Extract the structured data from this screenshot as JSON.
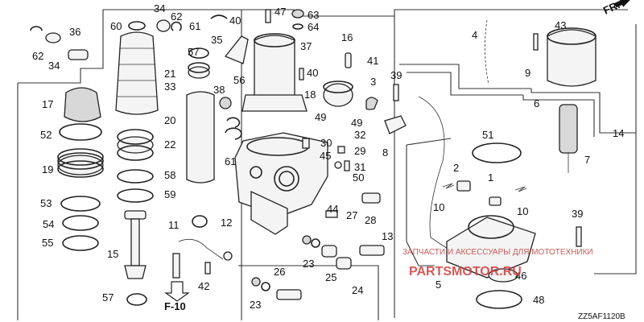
{
  "diagram": {
    "diagram_code": "ZZ5AF1120B",
    "fr_label": "FR.",
    "ref_label": "F-10",
    "watermark_domain": "PARTSMOTOR.RU",
    "watermark_caption": "ЗАПЧАСТИ И АКСЕССУАРЫ ДЛЯ МОТОТЕХНИКИ",
    "callouts": [
      "1",
      "2",
      "3",
      "4",
      "5",
      "6",
      "7",
      "8",
      "9",
      "10",
      "10",
      "11",
      "12",
      "13",
      "14",
      "15",
      "16",
      "17",
      "18",
      "19",
      "20",
      "21",
      "22",
      "23",
      "23",
      "24",
      "25",
      "26",
      "27",
      "28",
      "29",
      "30",
      "31",
      "32",
      "33",
      "34",
      "34",
      "35",
      "36",
      "37",
      "38",
      "39",
      "39",
      "40",
      "40",
      "41",
      "42",
      "43",
      "44",
      "45",
      "46",
      "47",
      "48",
      "49",
      "49",
      "50",
      "51",
      "52",
      "53",
      "54",
      "55",
      "56",
      "57",
      "57",
      "58",
      "59",
      "60",
      "61",
      "61",
      "62",
      "62",
      "63",
      "64"
    ]
  }
}
